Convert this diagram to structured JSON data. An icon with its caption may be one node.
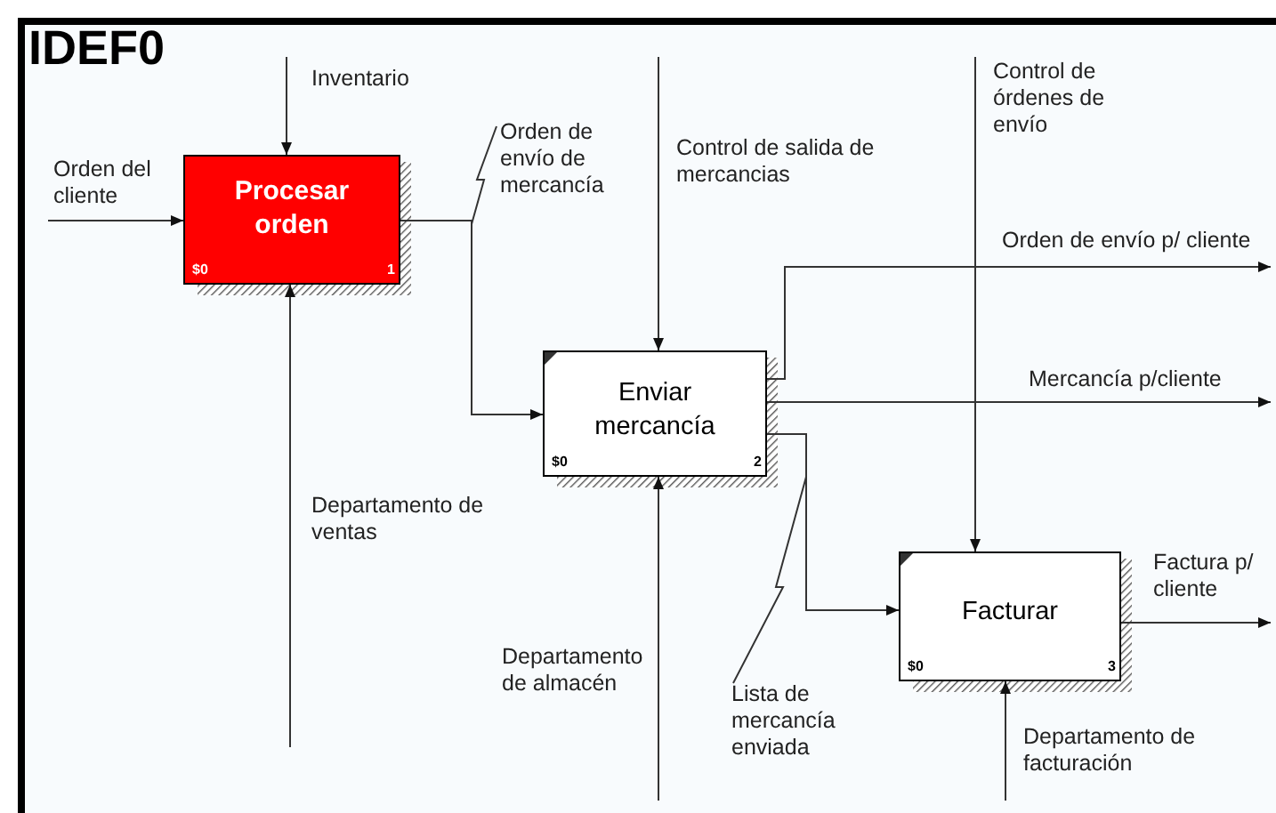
{
  "diagram": {
    "title": "IDEF0",
    "nodes": [
      {
        "text": [
          "Procesar orden",
          "$0",
          "1"
        ]
      },
      {
        "text": [
          "Enviar mercancía",
          "$0",
          "2"
        ]
      },
      {
        "text": [
          "Facturar",
          "$0",
          "3"
        ]
      }
    ],
    "edges": [
      {
        "from": null,
        "to": 0,
        "arrow": "to",
        "label": "Orden del cliente"
      },
      {
        "from": null,
        "to": 0,
        "arrow": "to",
        "label": "Inventario"
      },
      {
        "from": null,
        "to": 0,
        "arrow": "to",
        "label": "Departamento de ventas"
      },
      {
        "from": 0,
        "to": 1,
        "arrow": "to",
        "label": "Orden de envío de mercancía"
      },
      {
        "from": null,
        "to": 1,
        "arrow": "to",
        "label": "Control de salida de mercancias"
      },
      {
        "from": null,
        "to": 1,
        "arrow": "to",
        "label": "Departamento de almacén"
      },
      {
        "from": 1,
        "to": null,
        "arrow": "to",
        "label": "Orden de envío p/ cliente"
      },
      {
        "from": 1,
        "to": null,
        "arrow": "to",
        "label": "Mercancía p/cliente"
      },
      {
        "from": 1,
        "to": 2,
        "arrow": "to",
        "label": "Lista de mercancía enviada"
      },
      {
        "from": null,
        "to": 2,
        "arrow": "to",
        "label": "Control de órdenes de envío"
      },
      {
        "from": 2,
        "to": null,
        "arrow": "to",
        "label": "Factura p/ cliente"
      },
      {
        "from": null,
        "to": 2,
        "arrow": "to",
        "label": "Departamento de facturación"
      }
    ]
  }
}
